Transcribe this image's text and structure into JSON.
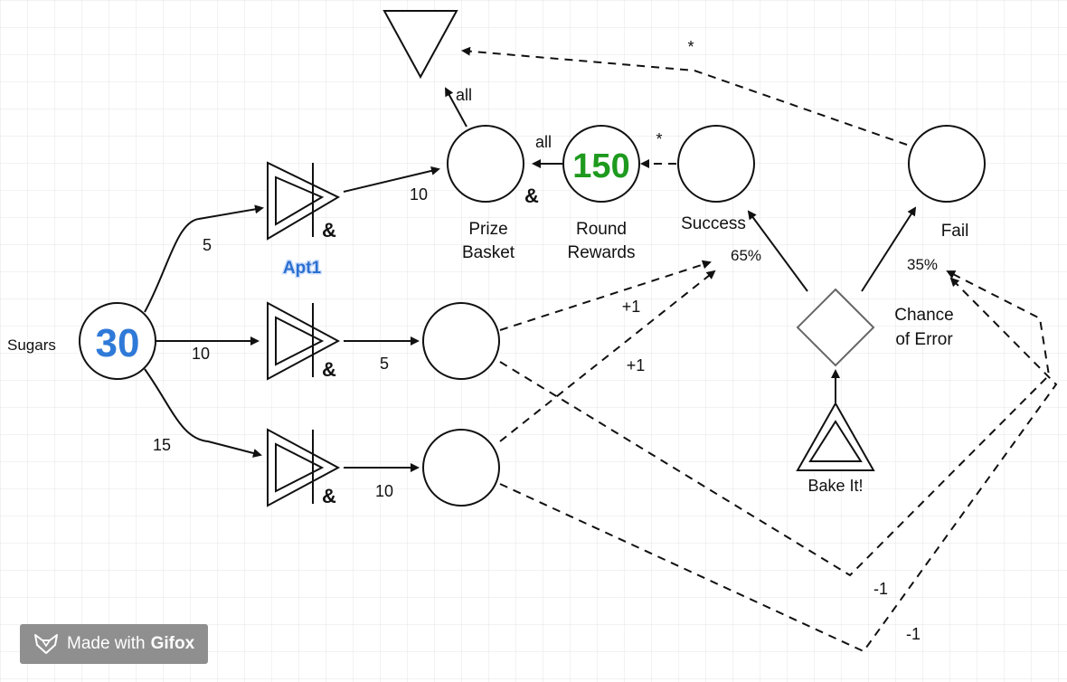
{
  "colors": {
    "accent_blue": "#2f7ad8",
    "accent_green": "#1e9a1e",
    "apt_blue": "#2b6fd0",
    "badge_bg": "#8f8f8f"
  },
  "nodes": {
    "sugars_label": "Sugars",
    "sugars_value": "30",
    "prize_basket_line1": "Prize",
    "prize_basket_line2": "Basket",
    "round_rewards_value": "150",
    "round_rewards_line1": "Round",
    "round_rewards_line2": "Rewards",
    "success_label": "Success",
    "fail_label": "Fail",
    "chance_line1": "Chance",
    "chance_line2": "of Error",
    "bake_label": "Bake It!",
    "apt1_label": "Apt1",
    "and_symbol": "&"
  },
  "edges": {
    "sugar_to_gate1": "5",
    "sugar_to_gate2": "10",
    "sugar_to_gate3": "15",
    "gate1_to_prize": "10",
    "gate2_to_pool": "5",
    "gate3_to_pool": "10",
    "rewards_to_prize": "all",
    "prize_to_drain": "all",
    "success_to_rewards": "*",
    "fail_to_drain": "*",
    "success_pct": "65%",
    "fail_pct": "35%",
    "pool1_plus": "+1",
    "pool2_plus": "+1",
    "pool1_minus": "-1",
    "pool2_minus": "-1"
  },
  "badge": {
    "prefix": "Made with",
    "brand": "Gifox",
    "icon": "fox-icon"
  }
}
